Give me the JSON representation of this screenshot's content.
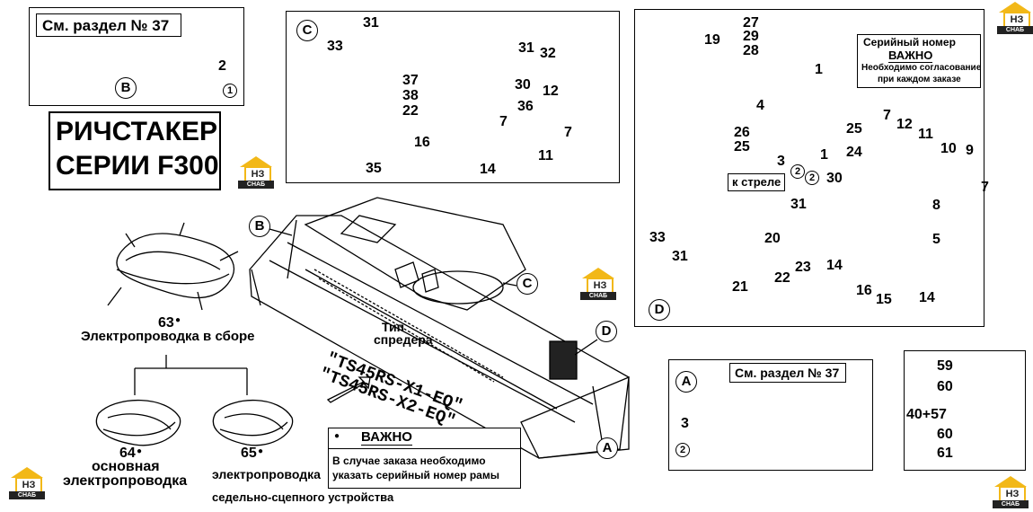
{
  "logo": {
    "mark": "НЗ",
    "sub": "СНАБ"
  },
  "title": {
    "line1": "РИЧСТАКЕР",
    "line2": "СЕРИИ F300"
  },
  "box_b": {
    "ref": "См. раздел № 37",
    "letter": "B",
    "part": "2",
    "circled": "1"
  },
  "box_a": {
    "ref": "См. раздел № 37",
    "letter": "A",
    "part": "3",
    "circled": "2"
  },
  "box_c": {
    "letter": "C",
    "parts": [
      "31",
      "33",
      "31",
      "32",
      "37",
      "38",
      "22",
      "30",
      "36",
      "12",
      "7",
      "16",
      "7",
      "14",
      "11",
      "35"
    ]
  },
  "box_d": {
    "letter": "D",
    "serial": "Серийный номер",
    "important": "ВАЖНО",
    "note1": "Необходимо согласование",
    "note2": "при каждом заказе",
    "to_boom": "к стреле",
    "parts": [
      "27",
      "29",
      "28",
      "19",
      "1",
      "4",
      "26",
      "25",
      "25",
      "24",
      "7",
      "12",
      "11",
      "10",
      "9",
      "7",
      "8",
      "3",
      "2",
      "1",
      "2",
      "30",
      "31",
      "5",
      "33",
      "31",
      "20",
      "23",
      "22",
      "21",
      "14",
      "16",
      "15",
      "14"
    ]
  },
  "box_e": {
    "parts": [
      "59",
      "60",
      "40+57",
      "60",
      "61"
    ]
  },
  "main": {
    "callouts": [
      "B",
      "C",
      "D",
      "A"
    ],
    "spreader_label1": "Тип",
    "spreader_label2": "спредера",
    "model1": "\"TS45RS-X1-EQ\"",
    "model2": "\"TS45RS-X2-EQ\""
  },
  "harness": {
    "top_num": "63",
    "top_label": "Электропроводка в сборе",
    "left_num": "64",
    "left_label1": "основная",
    "left_label2": "электропроводка",
    "right_num": "65",
    "right_label1": "электропроводка",
    "right_label2": "седельно-сцепного устройства"
  },
  "notice": {
    "title": "ВАЖНО",
    "line1": "В случае заказа необходимо",
    "line2": "указать серийный номер рамы"
  },
  "colors": {
    "logo_yellow": "#f2b818",
    "line": "#000000"
  }
}
